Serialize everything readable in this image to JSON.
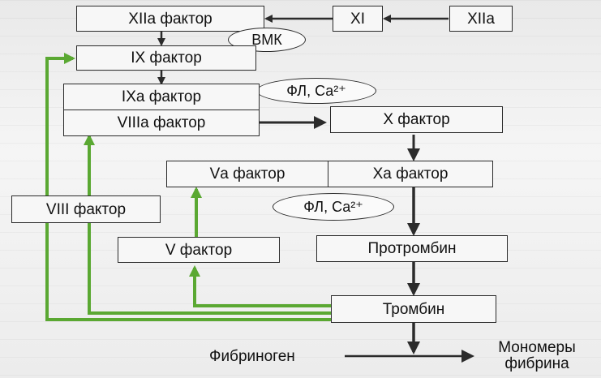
{
  "nodes": {
    "xiia_factor": "XIIа фактор",
    "xi": "XI",
    "xiia": "XIIа",
    "vmk": "ВМК",
    "ix_factor": "IX фактор",
    "fl_ca_1": "ФЛ, Са²⁺",
    "ixa_factor": "IXа фактор",
    "viiia_factor": "VIIIа фактор",
    "x_factor": "X фактор",
    "va_factor": "Vа фактор",
    "xa_factor": "Xа фактор",
    "fl_ca_2": "ФЛ, Са²⁺",
    "viii_factor": "VIII фактор",
    "v_factor": "V фактор",
    "prothrombin": "Протромбин",
    "thrombin": "Тромбин",
    "fibrinogen": "Фибриноген",
    "fibrin_monomers_1": "Мономеры",
    "fibrin_monomers_2": "фибрина"
  },
  "colors": {
    "arrow_dark": "#2b2b2b",
    "arrow_green": "#5aa832"
  }
}
